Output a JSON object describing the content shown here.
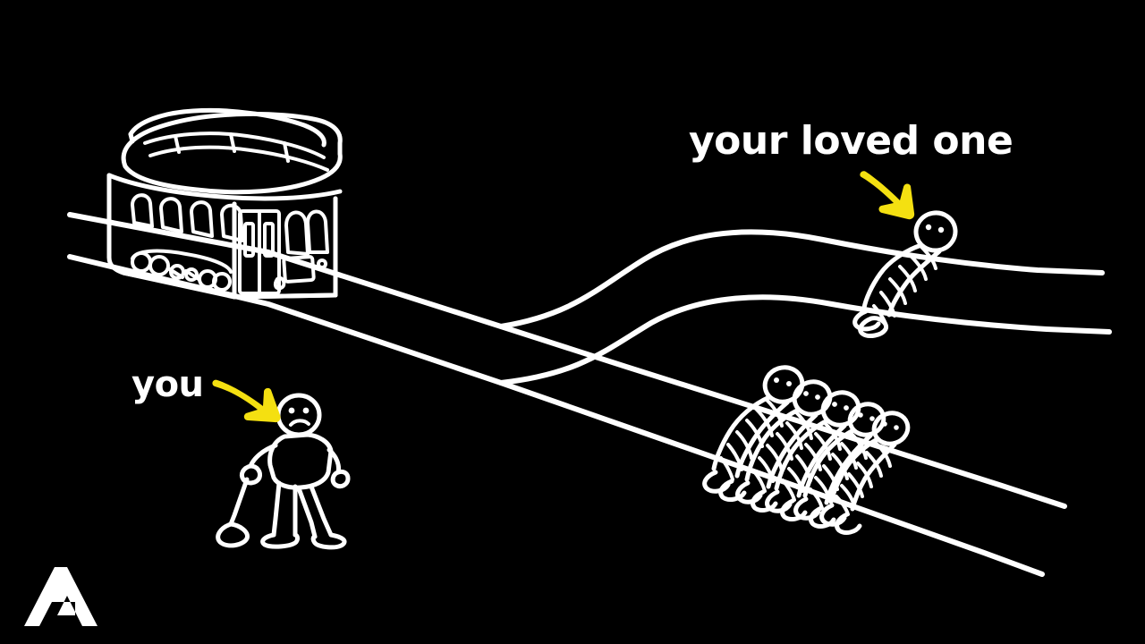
{
  "scene": {
    "title": "Trolley Problem Illustration",
    "background_color": "#000000",
    "ink_color": "#FFFFFF",
    "accent_color": "#F4E011",
    "style": "hand-drawn white line art on black background"
  },
  "labels": [
    {
      "id": "loved-one",
      "text": "your loved one",
      "color": "#FFFFFF",
      "points_to": "person-tied-to-upper-track"
    },
    {
      "id": "you",
      "text": "you",
      "color": "#FFFFFF",
      "points_to": "person-at-lever"
    }
  ],
  "arrows": [
    {
      "id": "arrow-loved-one",
      "color": "#F4E011",
      "direction": "down-right"
    },
    {
      "id": "arrow-you",
      "color": "#F4E011",
      "direction": "down-right"
    }
  ],
  "figures": {
    "trolley": {
      "name": "trolley",
      "description": "cable car tram with arched windows, doors and wheels"
    },
    "operator": {
      "name": "you",
      "description": "stick figure with sad face holding a switch lever"
    },
    "loved_one": {
      "name": "your loved one",
      "count": 1,
      "description": "person tied with rope to the upper branch track"
    },
    "group": {
      "name": "five people",
      "count": 5,
      "description": "five people tied with rope to the lower main track"
    }
  },
  "tracks": {
    "count_rails_left": 2,
    "count_rails_right": 4,
    "branches": [
      {
        "id": "upper-branch",
        "leads_to": "your loved one"
      },
      {
        "id": "lower-main",
        "leads_to": "five people"
      }
    ]
  },
  "logo": {
    "text": "A",
    "color": "#FFFFFF",
    "position": "bottom-left"
  }
}
